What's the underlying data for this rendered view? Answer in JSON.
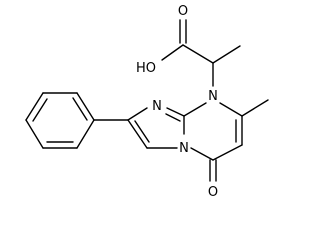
{
  "molecule": {
    "labels": {
      "carbonyl_oxygen": "O",
      "hydroxyl": "HO",
      "ring_n1": "N",
      "ring_n2": "N",
      "ring_n3": "N",
      "ketone_oxygen": "O"
    },
    "colors": {
      "ink": "#000000",
      "background": "#ffffff"
    }
  }
}
